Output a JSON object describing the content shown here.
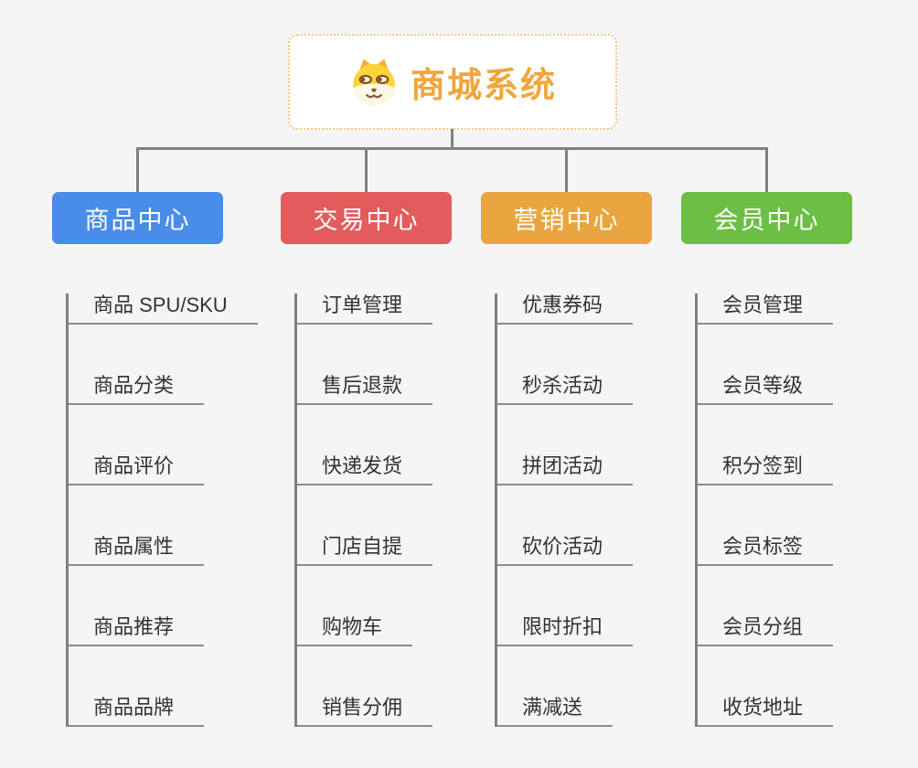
{
  "root": {
    "title": "商城系统",
    "icon": "dog-face-icon",
    "title_color": "#F0A63C",
    "border_color": "#F3C87E"
  },
  "branches": [
    {
      "label": "商品中心",
      "color": "#4A8DE8",
      "items": [
        "商品 SPU/SKU",
        "商品分类",
        "商品评价",
        "商品属性",
        "商品推荐",
        "商品品牌"
      ]
    },
    {
      "label": "交易中心",
      "color": "#E25C5C",
      "items": [
        "订单管理",
        "售后退款",
        "快递发货",
        "门店自提",
        "购物车",
        "销售分佣"
      ]
    },
    {
      "label": "营销中心",
      "color": "#E9A63E",
      "items": [
        "优惠券码",
        "秒杀活动",
        "拼团活动",
        "砍价活动",
        "限时折扣",
        "满减送"
      ]
    },
    {
      "label": "会员中心",
      "color": "#6CBE44",
      "items": [
        "会员管理",
        "会员等级",
        "积分签到",
        "会员标签",
        "会员分组",
        "收货地址"
      ]
    }
  ],
  "colors": {
    "background": "#F5F5F5",
    "connector": "#808080",
    "leaf_underline": "#8C8C8C"
  }
}
